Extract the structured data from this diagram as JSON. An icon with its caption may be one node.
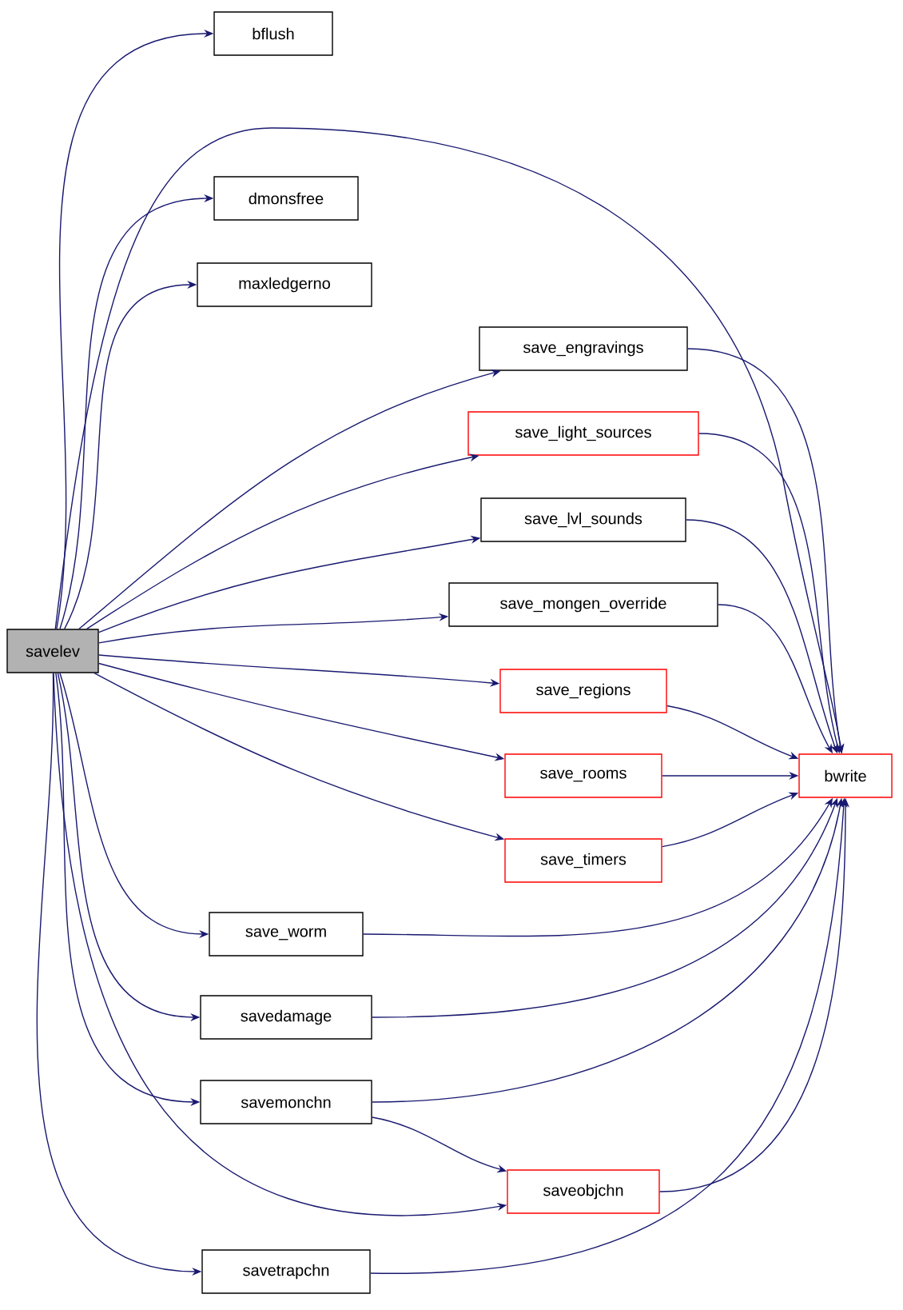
{
  "diagram": {
    "nodes": [
      {
        "text": [
          "savelev"
        ]
      },
      {
        "text": [
          "bflush"
        ]
      },
      {
        "text": [
          "dmonsfree"
        ]
      },
      {
        "text": [
          "maxledgerno"
        ]
      },
      {
        "text": [
          "save_engravings"
        ]
      },
      {
        "text": [
          "save_light_sources"
        ]
      },
      {
        "text": [
          "save_lvl_sounds"
        ]
      },
      {
        "text": [
          "save_mongen_override"
        ]
      },
      {
        "text": [
          "save_regions"
        ]
      },
      {
        "text": [
          "save_rooms"
        ]
      },
      {
        "text": [
          "save_timers"
        ]
      },
      {
        "text": [
          "save_worm"
        ]
      },
      {
        "text": [
          "savedamage"
        ]
      },
      {
        "text": [
          "savemonchn"
        ]
      },
      {
        "text": [
          "saveobjchn"
        ]
      },
      {
        "text": [
          "savetrapchn"
        ]
      },
      {
        "text": [
          "bwrite"
        ]
      }
    ],
    "edges": [
      {
        "from": 0,
        "to": 1,
        "arrow": "to"
      },
      {
        "from": 0,
        "to": 16,
        "arrow": "to"
      },
      {
        "from": 0,
        "to": 2,
        "arrow": "to"
      },
      {
        "from": 0,
        "to": 3,
        "arrow": "to"
      },
      {
        "from": 0,
        "to": 4,
        "arrow": "to"
      },
      {
        "from": 0,
        "to": 5,
        "arrow": "to"
      },
      {
        "from": 0,
        "to": 6,
        "arrow": "to"
      },
      {
        "from": 0,
        "to": 7,
        "arrow": "to"
      },
      {
        "from": 0,
        "to": 8,
        "arrow": "to"
      },
      {
        "from": 0,
        "to": 9,
        "arrow": "to"
      },
      {
        "from": 0,
        "to": 10,
        "arrow": "to"
      },
      {
        "from": 0,
        "to": 11,
        "arrow": "to"
      },
      {
        "from": 0,
        "to": 12,
        "arrow": "to"
      },
      {
        "from": 0,
        "to": 13,
        "arrow": "to"
      },
      {
        "from": 0,
        "to": 14,
        "arrow": "to"
      },
      {
        "from": 0,
        "to": 15,
        "arrow": "to"
      },
      {
        "from": 4,
        "to": 16,
        "arrow": "to"
      },
      {
        "from": 5,
        "to": 16,
        "arrow": "to"
      },
      {
        "from": 6,
        "to": 16,
        "arrow": "to"
      },
      {
        "from": 7,
        "to": 16,
        "arrow": "to"
      },
      {
        "from": 8,
        "to": 16,
        "arrow": "to"
      },
      {
        "from": 9,
        "to": 16,
        "arrow": "to"
      },
      {
        "from": 10,
        "to": 16,
        "arrow": "to"
      },
      {
        "from": 11,
        "to": 16,
        "arrow": "to"
      },
      {
        "from": 12,
        "to": 16,
        "arrow": "to"
      },
      {
        "from": 13,
        "to": 16,
        "arrow": "to"
      },
      {
        "from": 13,
        "to": 14,
        "arrow": "to"
      },
      {
        "from": 14,
        "to": 16,
        "arrow": "to"
      },
      {
        "from": 15,
        "to": 16,
        "arrow": "to"
      }
    ]
  }
}
